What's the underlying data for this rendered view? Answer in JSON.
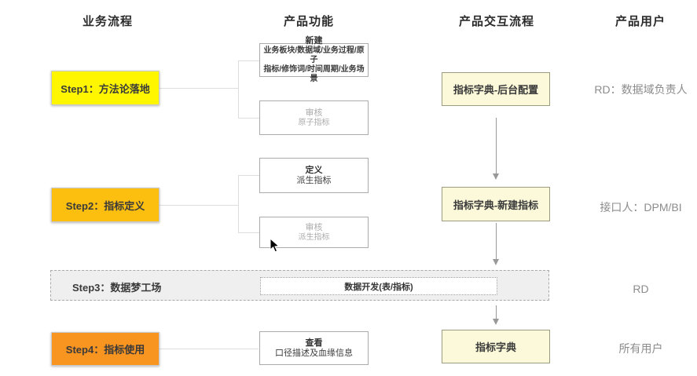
{
  "columns": {
    "business_process": "业务流程",
    "product_features": "产品功能",
    "interaction_flow": "产品交互流程",
    "product_users": "产品用户"
  },
  "steps": {
    "step1": {
      "label": "Step1：方法论落地",
      "color": "#FFF600"
    },
    "step2": {
      "label": "Step2：指标定义",
      "color": "#FCBF10"
    },
    "step3": {
      "label": "Step3：数据梦工场",
      "zone_color": "#EFEFEF"
    },
    "step4": {
      "label": "Step4：指标使用",
      "color": "#F89420"
    }
  },
  "function_boxes": {
    "create": {
      "title": "新建",
      "line1": "业务板块/数据域/业务过程/原子",
      "line2": "指标/修饰词/时间周期/业务场景"
    },
    "review_atomic": {
      "title": "审核",
      "line1": "原子指标"
    },
    "define": {
      "title": "定义",
      "line1": "派生指标"
    },
    "review_derived": {
      "title": "审核",
      "line1": "派生指标"
    },
    "view": {
      "title": "查看",
      "line1": "口径描述及血缘信息"
    },
    "data_dev": {
      "label": "数据开发(表/指标)"
    }
  },
  "interaction_boxes": {
    "backend_config": "指标字典-后台配置",
    "new_metric": "指标字典-新建指标",
    "dictionary": "指标字典"
  },
  "users": {
    "step1": "RD：数据域负责人",
    "step2": "接口人：DPM/BI",
    "step3": "RD",
    "step4": "所有用户"
  },
  "colors": {
    "step1_fill": "#FFF600",
    "step2_fill": "#FCBF10",
    "step4_fill": "#F89420",
    "interaction_fill": "#FBF9D9",
    "step3_zone_fill": "#EFEFEF",
    "muted_text": "#ABABAB",
    "user_text": "#8C8C8C",
    "connector_line": "#DDDDDD",
    "arrow_line": "#999999"
  }
}
